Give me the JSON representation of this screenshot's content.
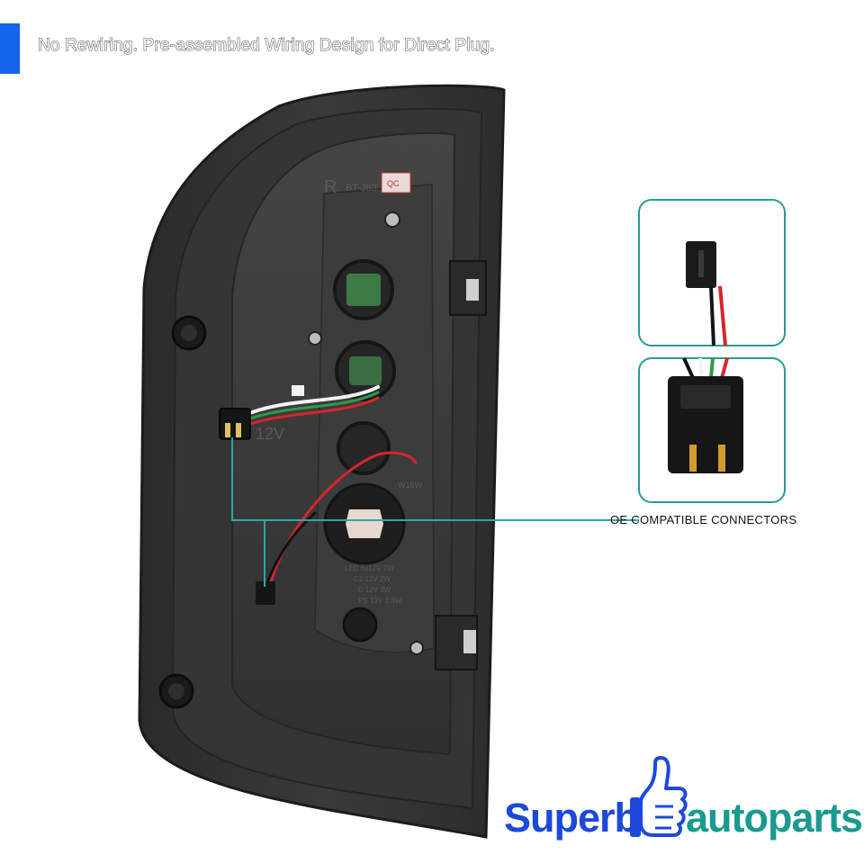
{
  "banner": {
    "headline": "No Rewiring. Pre-assembled Wiring Design for Direct Plug.",
    "accent_color": "#1565e8"
  },
  "product": {
    "housing_markings": {
      "side": "R",
      "part_code": "BT-J63",
      "sticker": "QC",
      "voltage": "12V",
      "bulb_spec": "W16W",
      "led_spec": [
        "LED 6x12V 2W",
        "C1 12V 2W",
        "D 12V 3W",
        "PS 12V 3.3W"
      ]
    }
  },
  "callout": {
    "label": "OE COMPATIBLE CONNECTORS",
    "line_color": "#2aa9a4",
    "inset_border_color": "#2a9a96"
  },
  "wires": {
    "red": "#d6262b",
    "green": "#2f9a48",
    "white": "#f2f2f2",
    "black": "#141414"
  },
  "brand": {
    "left_word": "Superb",
    "right_word": "autoparts",
    "left_color": "#1c49d8",
    "right_color": "#1a9a8e",
    "icon": "thumbs-up-icon"
  }
}
